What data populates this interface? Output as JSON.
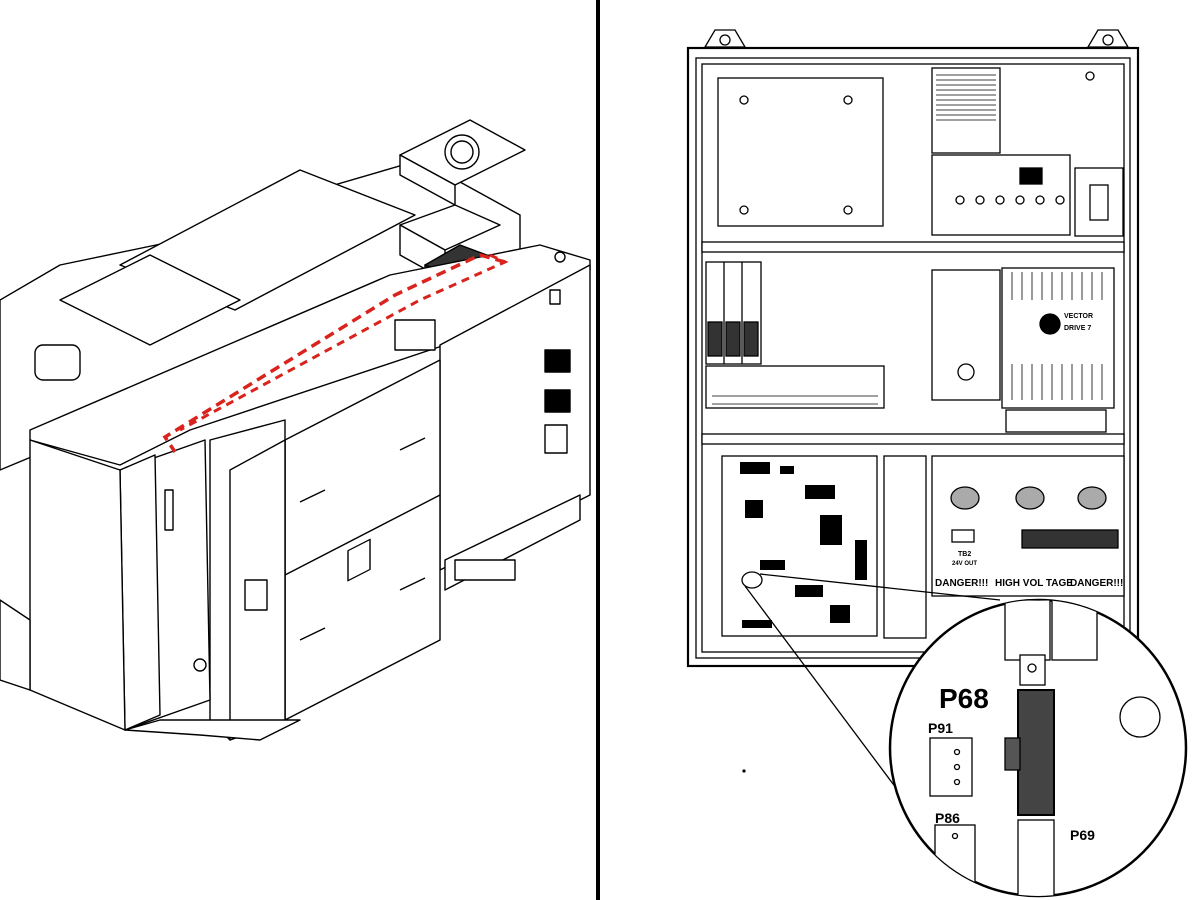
{
  "colors": {
    "ink": "#000000",
    "route": "#d9231c",
    "paper": "#ffffff",
    "connector": "#555555"
  },
  "labels": {
    "zoom_main": "P68",
    "zoom_p91": "P91",
    "zoom_p86": "P86",
    "zoom_p69": "P69",
    "danger_left": "DANGER!!!",
    "high_voltage": "HIGH VOL TAGE",
    "danger_right": "DANGER!!!",
    "tb_label": "TB2",
    "tb_sub": "24V OUT",
    "drive_brand": "VECTOR",
    "drive_model": "DRIVE 7"
  }
}
